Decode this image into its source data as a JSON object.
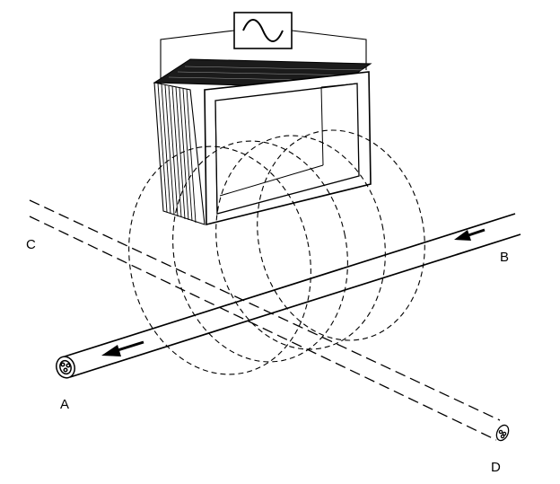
{
  "labels": {
    "a": "A",
    "b": "B",
    "c": "C",
    "d": "D"
  },
  "icons": {
    "ac_source": "ac-source-sine-icon"
  },
  "colors": {
    "ink": "#000000",
    "background": "#ffffff"
  }
}
